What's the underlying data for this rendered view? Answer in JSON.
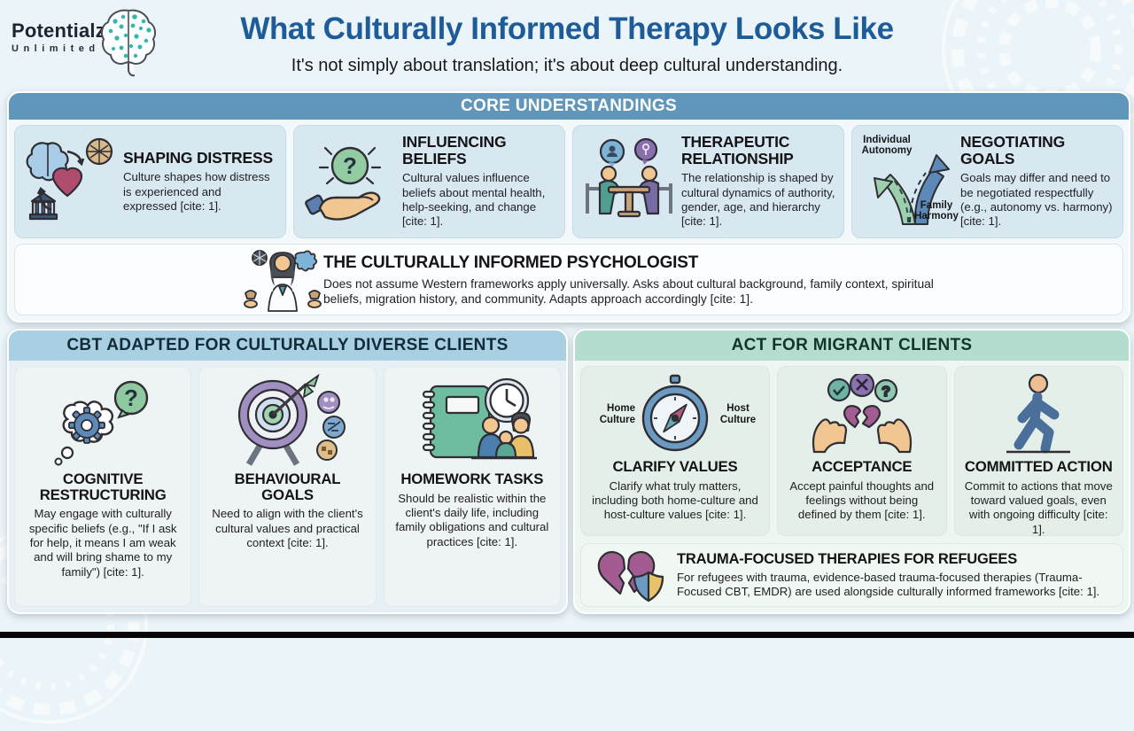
{
  "brand": {
    "name": "Potentialz",
    "tagline": "Unlimited",
    "logo_icon": "brain-logo-icon"
  },
  "header": {
    "title": "What Culturally Informed Therapy Looks Like",
    "subtitle": "It's not simply about translation; it's about deep cultural understanding."
  },
  "colors": {
    "title_blue": "#1d5b99",
    "core_header_bg": "#6096ba",
    "cbt_header_bg": "#a9cfe3",
    "act_header_bg": "#b4dccf",
    "page_bg": "#ebf4f8"
  },
  "core": {
    "header": "CORE UNDERSTANDINGS",
    "cards": [
      {
        "icon": "brain-heart-culture-icon",
        "title": "SHAPING DISTRESS",
        "body": "Culture shapes how distress is experienced and expressed [cite: 1]."
      },
      {
        "icon": "hand-question-icon",
        "title": "INFLUENCING BELIEFS",
        "body": "Cultural values influence beliefs about mental health, help-seeking, and change [cite: 1]."
      },
      {
        "icon": "therapy-session-icon",
        "title": "THERAPEUTIC RELATIONSHIP",
        "body": "The relationship is shaped by cultural dynamics of authority, gender, age, and hierarchy [cite: 1]."
      },
      {
        "icon": "forked-arrows-icon",
        "title": "NEGOTIATING GOALS",
        "body": "Goals may differ and need to be negotiated respectfully (e.g., autonomy vs. harmony) [cite: 1].",
        "label_left": "Individual Autonomy",
        "label_right": "Family Harmony"
      }
    ],
    "psychologist": {
      "icon": "psychologist-icon",
      "title": "THE CULTURALLY INFORMED PSYCHOLOGIST",
      "body": "Does not assume Western frameworks apply universally. Asks about cultural background, family context, spiritual beliefs, migration history, and community. Adapts approach accordingly [cite: 1]."
    }
  },
  "cbt": {
    "header": "CBT ADAPTED FOR CULTURALLY DIVERSE CLIENTS",
    "cards": [
      {
        "icon": "thought-gear-icon",
        "title": "COGNITIVE RESTRUCTURING",
        "body": "May engage with culturally specific beliefs (e.g., \"If I ask for help, it means I am weak and will bring shame to my family\") [cite: 1]."
      },
      {
        "icon": "target-arrow-icon",
        "title": "BEHAVIOURAL GOALS",
        "body": "Need to align with the client's cultural values and practical context [cite: 1]."
      },
      {
        "icon": "notebook-family-icon",
        "title": "HOMEWORK TASKS",
        "body": "Should be realistic within the client's daily life, including family obligations and cultural practices [cite: 1]."
      }
    ]
  },
  "act": {
    "header": "ACT FOR MIGRANT CLIENTS",
    "cards": [
      {
        "icon": "compass-icon",
        "title": "CLARIFY VALUES",
        "body": "Clarify what truly matters, including both home-culture and host-culture values [cite: 1].",
        "label_left": "Home Culture",
        "label_right": "Host Culture"
      },
      {
        "icon": "hands-heart-icon",
        "title": "ACCEPTANCE",
        "body": "Accept painful thoughts and feelings without being defined by them [cite: 1]."
      },
      {
        "icon": "walking-person-icon",
        "title": "COMMITTED ACTION",
        "body": "Commit to actions that move toward valued goals, even with ongoing difficulty [cite: 1]."
      }
    ],
    "trauma": {
      "icon": "broken-heart-shield-icon",
      "title": "TRAUMA-FOCUSED THERAPIES FOR REFUGEES",
      "body": "For refugees with trauma, evidence-based trauma-focused therapies (Trauma-Focused CBT, EMDR) are used alongside culturally informed frameworks [cite: 1]."
    }
  }
}
